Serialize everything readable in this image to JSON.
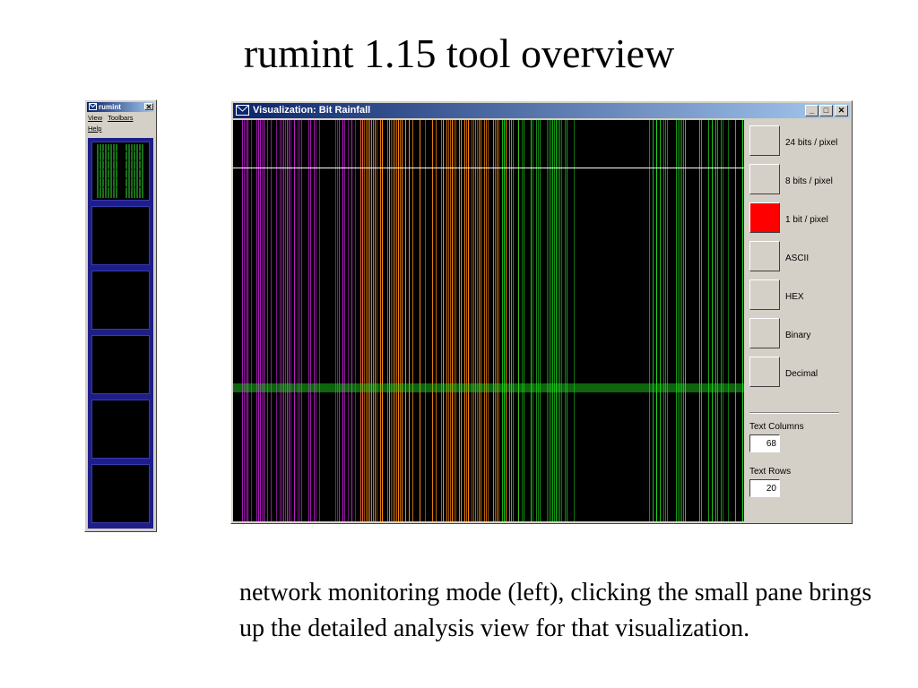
{
  "slide": {
    "title": "rumint 1.15 tool overview",
    "caption": "network monitoring mode (left), clicking the small pane brings up the detailed analysis view for that visualization."
  },
  "mini_window": {
    "title": "rumint",
    "close_glyph": "✕",
    "menu": [
      "View",
      "Toolbars",
      "Help"
    ],
    "pane_count": 6
  },
  "viz_window": {
    "title": "Visualization:  Bit Rainfall",
    "minimize_glyph": "_",
    "maximize_glyph": "□",
    "close_glyph": "✕",
    "mode_buttons": [
      {
        "label": "24 bits / pixel",
        "active": false
      },
      {
        "label": "8 bits / pixel",
        "active": false
      },
      {
        "label": "1 bit / pixel",
        "active": true
      },
      {
        "label": "ASCII",
        "active": false
      },
      {
        "label": "HEX",
        "active": false
      },
      {
        "label": "Binary",
        "active": false
      },
      {
        "label": "Decimal",
        "active": false
      }
    ],
    "text_columns_label": "Text Columns",
    "text_columns_value": "68",
    "text_rows_label": "Text Rows",
    "text_rows_value": "20"
  },
  "colors": {
    "titlebar_start": "#0a246a",
    "titlebar_end": "#a6caf0",
    "active_button": "#ff0000",
    "rain_magenta": "#d020e0",
    "rain_orange": "#ff8c10",
    "rain_green": "#20e020"
  },
  "icons": [
    "envelope-icon",
    "minimize-icon",
    "maximize-icon",
    "close-icon"
  ]
}
